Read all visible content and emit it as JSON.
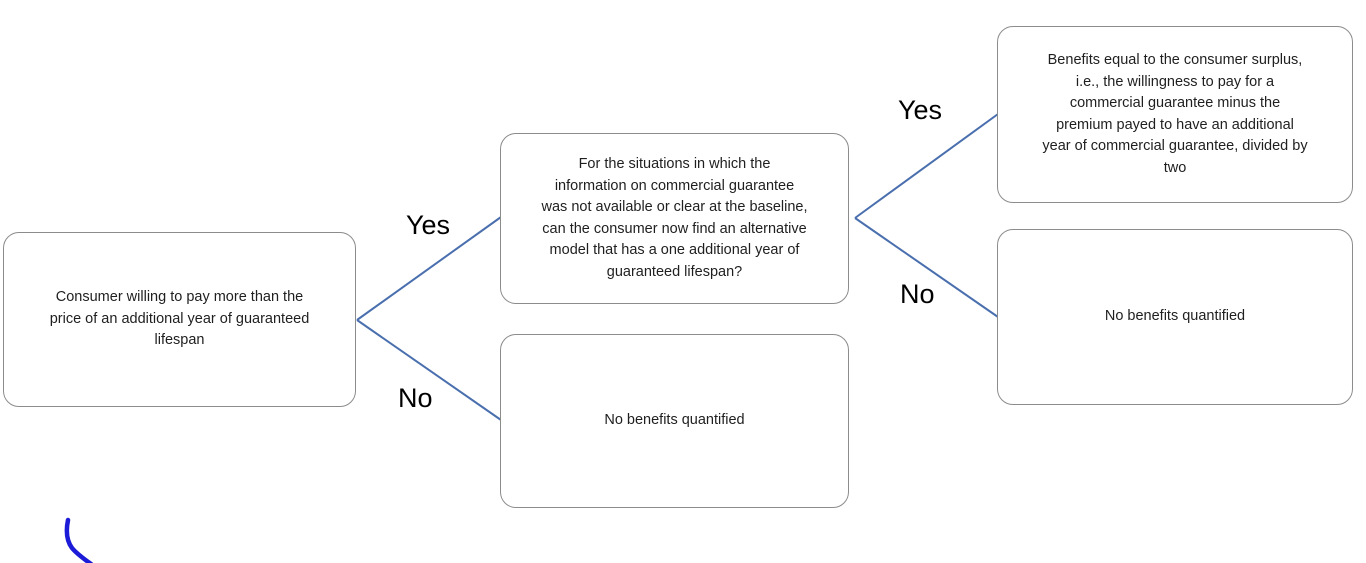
{
  "diagram": {
    "type": "decision-tree",
    "nodes": {
      "root": {
        "lines": [
          "Consumer willing to pay more than the",
          "price of an additional year of guaranteed",
          "lifespan"
        ]
      },
      "question": {
        "lines": [
          "For the situations in which the",
          "information on commercial guarantee",
          "was not available or clear at the baseline,",
          "can the consumer now find an alternative",
          "model that has a one additional year of",
          "guaranteed lifespan?"
        ]
      },
      "no_benefits_mid": {
        "lines": [
          "No benefits quantified"
        ]
      },
      "benefits": {
        "lines": [
          "Benefits equal to the consumer surplus,",
          "i.e., the willingness to pay for a",
          "commercial guarantee minus the",
          "premium payed to have an additional",
          "year of commercial guarantee, divided by",
          "two"
        ]
      },
      "no_benefits_right": {
        "lines": [
          "No benefits quantified"
        ]
      }
    },
    "labels": {
      "yes1": "Yes",
      "no1": "No",
      "yes2": "Yes",
      "no2": "No"
    },
    "colors": {
      "connector": "#4a6fae",
      "box_border": "#8c8c8c",
      "text": "#1f1f1f",
      "branch_label": "#000000",
      "ink_stroke": "#1b1bd8"
    }
  }
}
